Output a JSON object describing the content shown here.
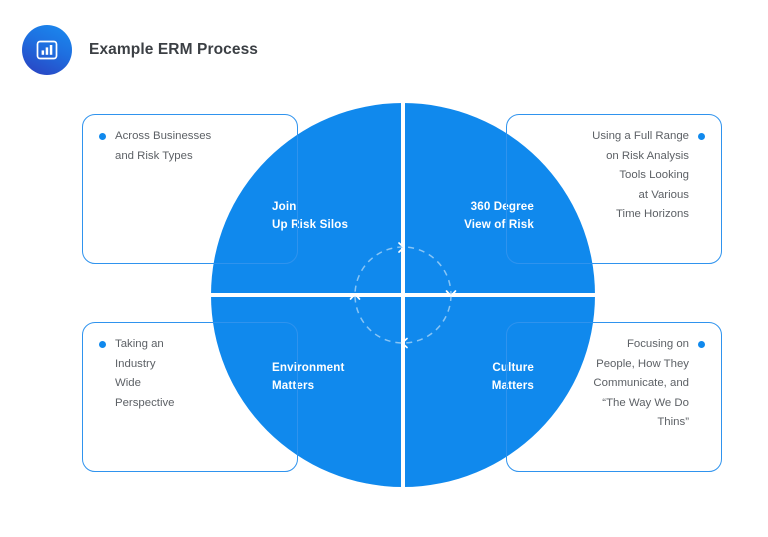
{
  "header": {
    "title": "Example ERM Process",
    "icon": "bar-chart-icon"
  },
  "theme": {
    "accent_blue": "#1089ED",
    "border_blue": "#2F93EE",
    "text_grey": "#5D6166",
    "title_grey": "#3B3F44",
    "white": "#FFFFFF"
  },
  "wheel": {
    "quadrants": [
      {
        "id": "join-up-risk-silos",
        "position": "top-left",
        "label": "Join\nUp Risk Silos"
      },
      {
        "id": "360-degree-view",
        "position": "top-right",
        "label": "360 Degree\nView of Risk"
      },
      {
        "id": "environment-matters",
        "position": "bottom-left",
        "label": "Environment\nMatters"
      },
      {
        "id": "culture-matters",
        "position": "bottom-right",
        "label": "Culture\nMatters"
      }
    ],
    "cycle": {
      "direction": "clockwise",
      "arrow_positions": [
        "top",
        "right",
        "bottom",
        "left"
      ],
      "style": "dashed"
    }
  },
  "callouts": [
    {
      "id": "callout-top-left",
      "position": "top-left",
      "align": "left",
      "bullet": true,
      "text": "Across Businesses\nand Risk Types"
    },
    {
      "id": "callout-top-right",
      "position": "top-right",
      "align": "right",
      "bullet": true,
      "text": "Using a Full Range\non Risk Analysis\nTools Looking\nat Various\nTime Horizons"
    },
    {
      "id": "callout-bottom-left",
      "position": "bottom-left",
      "align": "left",
      "bullet": true,
      "text": "Taking an\nIndustry\nWide\nPerspective"
    },
    {
      "id": "callout-bottom-right",
      "position": "bottom-right",
      "align": "right",
      "bullet": true,
      "text": "Focusing on\nPeople, How They\nCommunicate, and\n“The Way We Do\nThins”"
    }
  ]
}
